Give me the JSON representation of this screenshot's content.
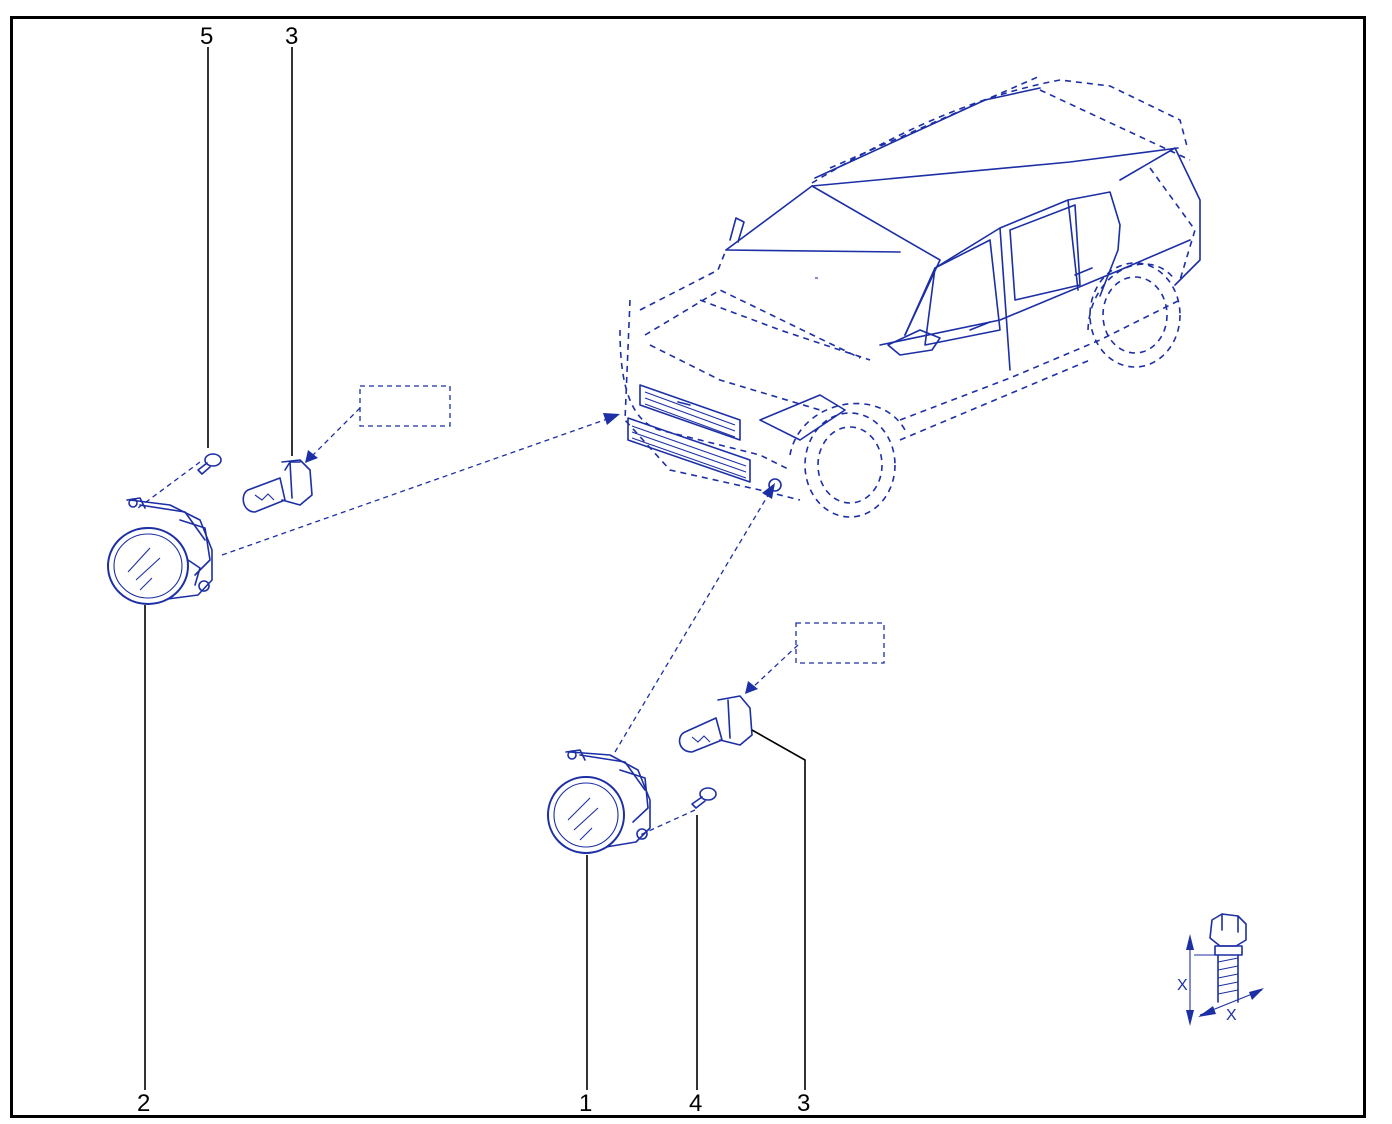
{
  "diagram": {
    "callouts": {
      "top_left_5": "5",
      "top_left_3": "3",
      "bottom_2": "2",
      "bottom_1": "1",
      "bottom_4": "4",
      "bottom_3": "3"
    },
    "torque_symbol": {
      "label_vertical": "X",
      "label_horizontal": "X"
    },
    "colors": {
      "line_art": "#1c2fa5",
      "frame": "#000000"
    }
  }
}
